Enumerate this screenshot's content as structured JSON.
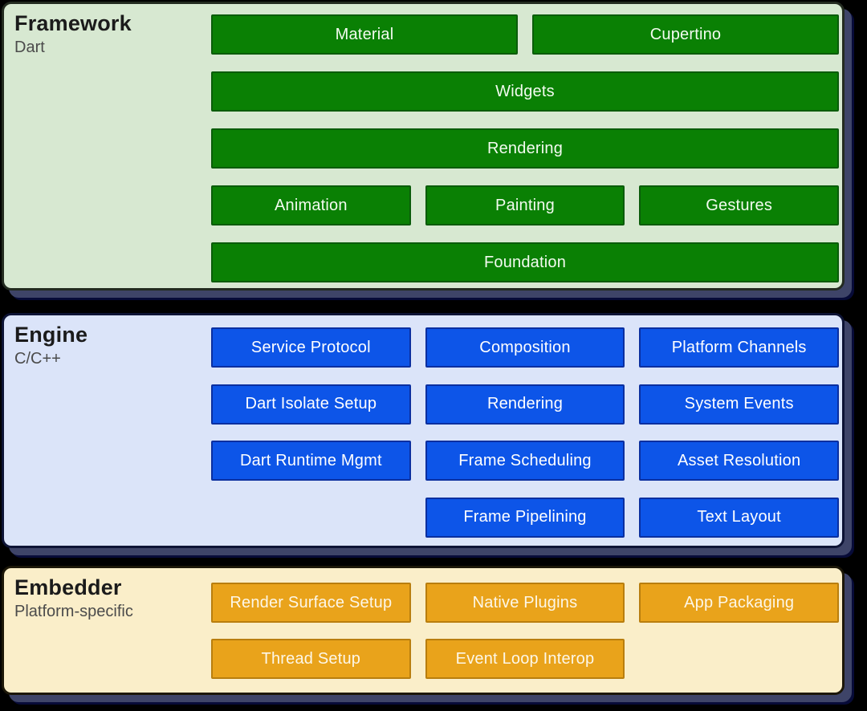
{
  "page": {
    "background": "#000000",
    "shadow_color": "#3e4468",
    "shadow_edge_color": "#070b38"
  },
  "sections": [
    {
      "name": "framework",
      "title": "Framework",
      "subtitle": "Dart",
      "colors": {
        "bg": "#d7e8d1",
        "border": "#232b20",
        "box_bg": "#0a8004",
        "box_border": "#0a5c0a",
        "box_text": "#f3fbf0"
      },
      "boxes": [
        {
          "label": "Material",
          "row": 1,
          "span": "h1"
        },
        {
          "label": "Cupertino",
          "row": 1,
          "span": "h2"
        },
        {
          "label": "Widgets",
          "row": 2,
          "span": "full"
        },
        {
          "label": "Rendering",
          "row": 3,
          "span": "full"
        },
        {
          "label": "Animation",
          "row": 4,
          "span": "t1"
        },
        {
          "label": "Painting",
          "row": 4,
          "span": "t2"
        },
        {
          "label": "Gestures",
          "row": 4,
          "span": "t3"
        },
        {
          "label": "Foundation",
          "row": 5,
          "span": "full"
        }
      ]
    },
    {
      "name": "engine",
      "title": "Engine",
      "subtitle": "C/C++",
      "colors": {
        "bg": "#dbe4f9",
        "border": "#0d1335",
        "box_bg": "#0d55e8",
        "box_border": "#0a2fa0",
        "box_text": "#ffffff"
      },
      "boxes": [
        {
          "label": "Service Protocol",
          "row": 1,
          "span": "t1"
        },
        {
          "label": "Composition",
          "row": 1,
          "span": "t2"
        },
        {
          "label": "Platform Channels",
          "row": 1,
          "span": "t3"
        },
        {
          "label": "Dart Isolate Setup",
          "row": 2,
          "span": "t1"
        },
        {
          "label": "Rendering",
          "row": 2,
          "span": "t2"
        },
        {
          "label": "System Events",
          "row": 2,
          "span": "t3"
        },
        {
          "label": "Dart Runtime Mgmt",
          "row": 3,
          "span": "t1"
        },
        {
          "label": "Frame Scheduling",
          "row": 3,
          "span": "t2"
        },
        {
          "label": "Asset Resolution",
          "row": 3,
          "span": "t3"
        },
        {
          "label": "Frame Pipelining",
          "row": 4,
          "span": "t2"
        },
        {
          "label": "Text Layout",
          "row": 4,
          "span": "t3"
        }
      ]
    },
    {
      "name": "embedder",
      "title": "Embedder",
      "subtitle": "Platform-specific",
      "colors": {
        "bg": "#faeec9",
        "border": "#1c1708",
        "box_bg": "#e9a31b",
        "box_border": "#b97e0e",
        "box_text": "#fdf7e8"
      },
      "boxes": [
        {
          "label": "Render Surface Setup",
          "row": 1,
          "span": "t1"
        },
        {
          "label": "Native Plugins",
          "row": 1,
          "span": "t2"
        },
        {
          "label": "App Packaging",
          "row": 1,
          "span": "t3"
        },
        {
          "label": "Thread Setup",
          "row": 2,
          "span": "t1"
        },
        {
          "label": "Event Loop Interop",
          "row": 2,
          "span": "t2"
        }
      ]
    }
  ]
}
